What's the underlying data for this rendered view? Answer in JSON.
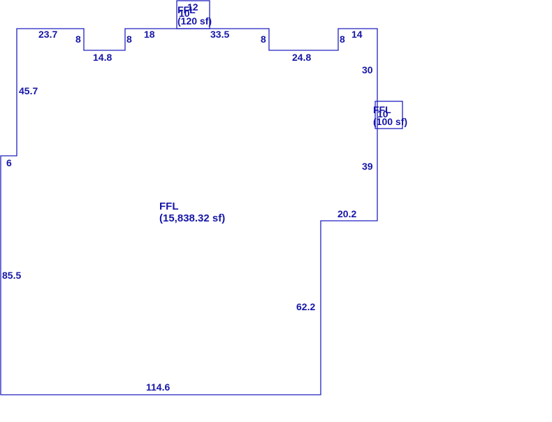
{
  "colors": {
    "line": "#2020c0",
    "text": "#1616a8",
    "background": "#ffffff"
  },
  "areas": {
    "main": {
      "name": "FFL",
      "size": "(15,838.32 sf)"
    },
    "bump_top": {
      "name": "FFL",
      "size": "(120 sf)"
    },
    "bump_right": {
      "name": "FFL",
      "size": "(100 sf)"
    }
  },
  "dimensions": {
    "top_left": "23.7",
    "notch1_left": "8",
    "notch1_bottom": "14.8",
    "notch1_right": "8",
    "top_mid_left": "18",
    "top_mid_right": "33.5",
    "notch2_left": "8",
    "notch2_bottom": "24.8",
    "notch2_right": "8",
    "top_right": "14",
    "right_upper": "30",
    "right_lower": "39",
    "step_horizontal": "20.2",
    "step_vertical": "62.2",
    "bottom": "114.6",
    "left_lower": "85.5",
    "left_jog": "6",
    "left_upper": "45.7",
    "bump_top_width": "12",
    "bump_top_depth": "10",
    "bump_right_depth": "10"
  }
}
